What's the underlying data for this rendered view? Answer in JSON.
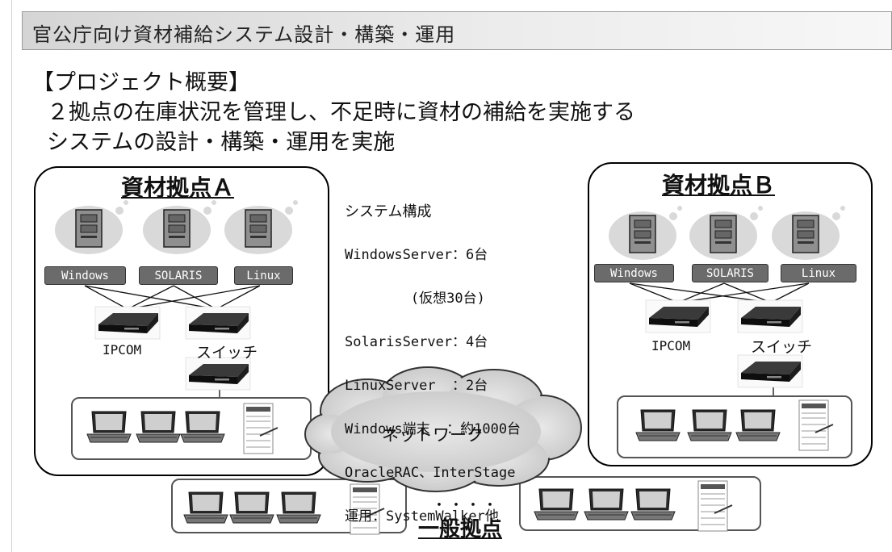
{
  "title": "官公庁向け資材補給システム設計・構築・運用",
  "overview": {
    "heading": "【プロジェクト概要】",
    "line1": "２拠点の在庫状況を管理し、不足時に資材の補給を実施する",
    "line2": "システムの設計・構築・運用を実施"
  },
  "site_a": {
    "title": "資材拠点Ａ",
    "os": [
      "Windows",
      "SOLARIS",
      "Linux"
    ],
    "ipcom": "IPCOM",
    "switch": "スイッチ"
  },
  "site_b": {
    "title": "資材拠点Ｂ",
    "os": [
      "Windows",
      "SOLARIS",
      "Linux"
    ],
    "ipcom": "IPCOM",
    "switch": "スイッチ"
  },
  "system_config": {
    "heading": "システム構成",
    "lines": [
      "WindowsServer：6台",
      "        (仮想30台)",
      "SolarisServer：4台",
      "LinuxServer  ：2台",
      "Windows端末  ：約1000台",
      "OracleRAC、InterStage",
      "運用：SystemWalker他"
    ]
  },
  "network_label": "ネットワーク",
  "dots": "・・・・",
  "general_site": "一般拠点"
}
